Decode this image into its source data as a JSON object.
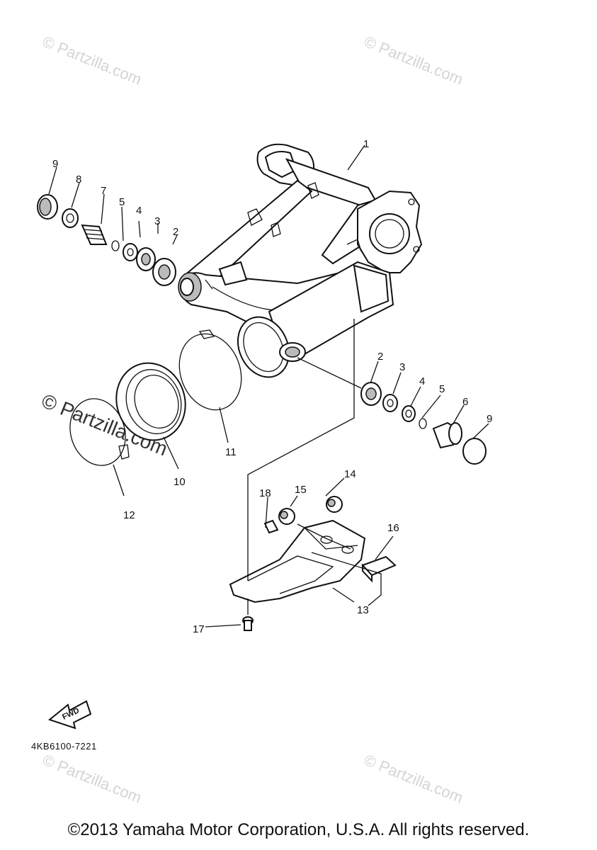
{
  "watermark_text": "© Partzilla.com",
  "diagram_code": "4KB6100-7221",
  "copyright": "©2013 Yamaha Motor Corporation, U.S.A. All rights reserved.",
  "fwd_label": "FWD",
  "callouts": {
    "c1": "1",
    "c2a": "2",
    "c3a": "3",
    "c4a": "4",
    "c5a": "5",
    "c7": "7",
    "c8": "8",
    "c9a": "9",
    "c2b": "2",
    "c3b": "3",
    "c4b": "4",
    "c5b": "5",
    "c6": "6",
    "c9b": "9",
    "c10": "10",
    "c11": "11",
    "c12": "12",
    "c13": "13",
    "c14": "14",
    "c15": "15",
    "c16": "16",
    "c17": "17",
    "c18": "18"
  }
}
